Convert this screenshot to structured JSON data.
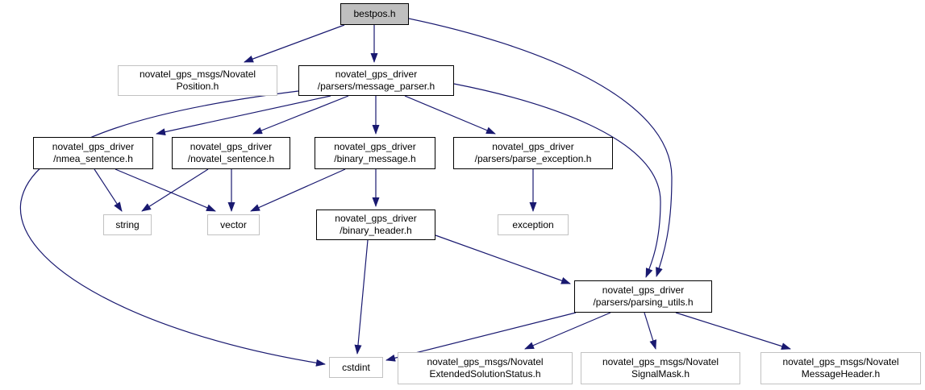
{
  "diagram": {
    "type": "include-dependency-graph",
    "root_file": "bestpos.h"
  },
  "colors": {
    "edge": "#191970",
    "node_fill": "#ffffff",
    "node_border": "#000000",
    "external_border": "#c2c2c2",
    "root_fill": "#bfbfbf",
    "text": "#000000",
    "background": "#ffffff"
  },
  "nodes": [
    {
      "id": "bestpos",
      "kind": "root",
      "label": "bestpos.h"
    },
    {
      "id": "novatel_position",
      "kind": "external",
      "label": "novatel_gps_msgs/Novatel\nPosition.h"
    },
    {
      "id": "message_parser",
      "kind": "internal",
      "label": "novatel_gps_driver\n/parsers/message_parser.h"
    },
    {
      "id": "nmea_sentence",
      "kind": "internal",
      "label": "novatel_gps_driver\n/nmea_sentence.h"
    },
    {
      "id": "novatel_sentence",
      "kind": "internal",
      "label": "novatel_gps_driver\n/novatel_sentence.h"
    },
    {
      "id": "binary_message",
      "kind": "internal",
      "label": "novatel_gps_driver\n/binary_message.h"
    },
    {
      "id": "parse_exception",
      "kind": "internal",
      "label": "novatel_gps_driver\n/parsers/parse_exception.h"
    },
    {
      "id": "string",
      "kind": "external",
      "label": "string"
    },
    {
      "id": "vector",
      "kind": "external",
      "label": "vector"
    },
    {
      "id": "binary_header",
      "kind": "internal",
      "label": "novatel_gps_driver\n/binary_header.h"
    },
    {
      "id": "exception",
      "kind": "external",
      "label": "exception"
    },
    {
      "id": "parsing_utils",
      "kind": "internal",
      "label": "novatel_gps_driver\n/parsers/parsing_utils.h"
    },
    {
      "id": "cstdint",
      "kind": "external",
      "label": "cstdint"
    },
    {
      "id": "extended_solution_status",
      "kind": "external",
      "label": "novatel_gps_msgs/Novatel\nExtendedSolutionStatus.h"
    },
    {
      "id": "signal_mask",
      "kind": "external",
      "label": "novatel_gps_msgs/Novatel\nSignalMask.h"
    },
    {
      "id": "message_header",
      "kind": "external",
      "label": "novatel_gps_msgs/Novatel\nMessageHeader.h"
    }
  ],
  "edges": [
    {
      "from": "bestpos",
      "to": "novatel_position"
    },
    {
      "from": "bestpos",
      "to": "message_parser"
    },
    {
      "from": "bestpos",
      "to": "parsing_utils"
    },
    {
      "from": "message_parser",
      "to": "nmea_sentence"
    },
    {
      "from": "message_parser",
      "to": "novatel_sentence"
    },
    {
      "from": "message_parser",
      "to": "binary_message"
    },
    {
      "from": "message_parser",
      "to": "parse_exception"
    },
    {
      "from": "message_parser",
      "to": "cstdint"
    },
    {
      "from": "message_parser",
      "to": "parsing_utils"
    },
    {
      "from": "nmea_sentence",
      "to": "string"
    },
    {
      "from": "nmea_sentence",
      "to": "vector"
    },
    {
      "from": "novatel_sentence",
      "to": "string"
    },
    {
      "from": "novatel_sentence",
      "to": "vector"
    },
    {
      "from": "binary_message",
      "to": "vector"
    },
    {
      "from": "binary_message",
      "to": "binary_header"
    },
    {
      "from": "parse_exception",
      "to": "exception"
    },
    {
      "from": "binary_header",
      "to": "cstdint"
    },
    {
      "from": "binary_header",
      "to": "parsing_utils"
    },
    {
      "from": "parsing_utils",
      "to": "cstdint"
    },
    {
      "from": "parsing_utils",
      "to": "extended_solution_status"
    },
    {
      "from": "parsing_utils",
      "to": "signal_mask"
    },
    {
      "from": "parsing_utils",
      "to": "message_header"
    }
  ]
}
